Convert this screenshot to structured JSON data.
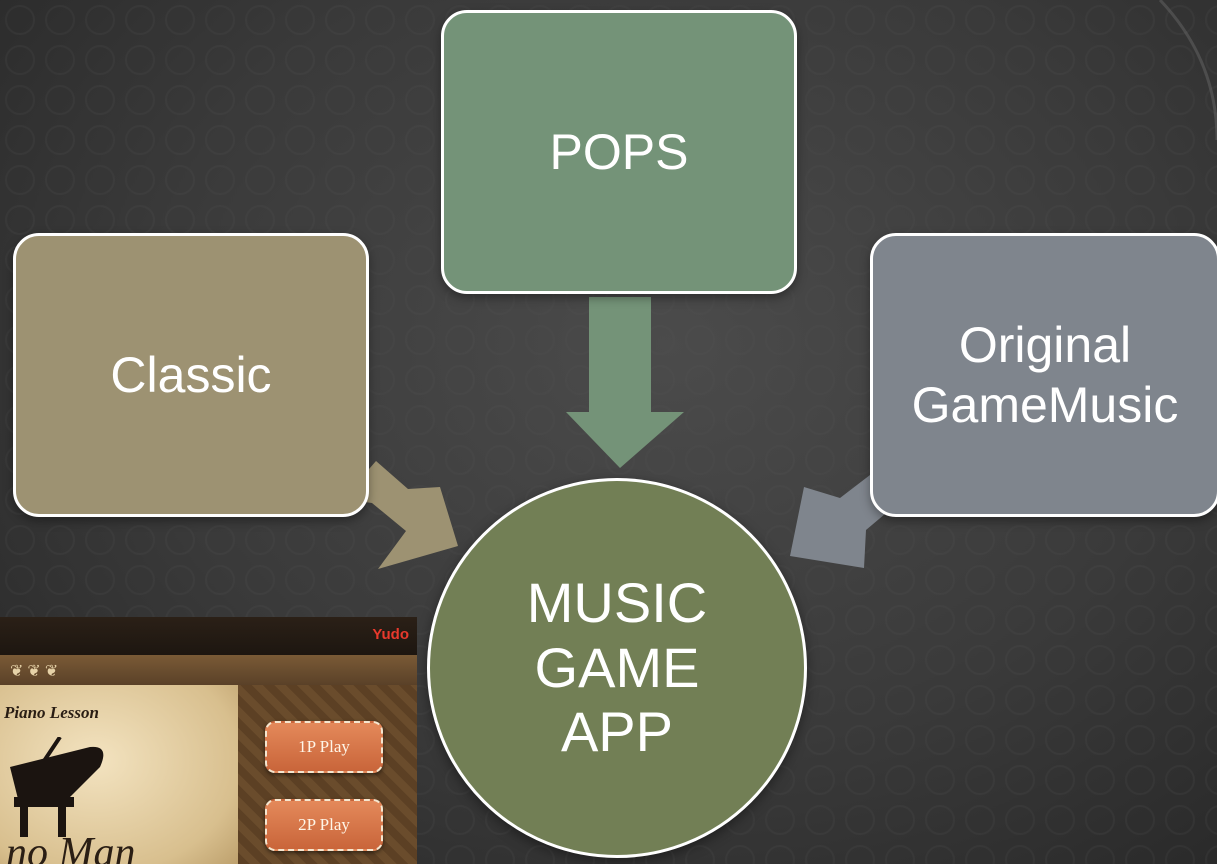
{
  "diagram": {
    "boxes": {
      "classic": {
        "label": "Classic",
        "color": "#9d9272"
      },
      "pops": {
        "label": "POPS",
        "color": "#749378"
      },
      "original": {
        "line1": "Original",
        "line2": "GameMusic",
        "color": "#7f858d"
      }
    },
    "center": {
      "line1": "MUSIC",
      "line2": "GAME",
      "line3": "APP",
      "color": "#727f55"
    }
  },
  "app_screenshot": {
    "logo": "Yudo",
    "title": "Piano Lesson",
    "script_title": "no Man",
    "buttons": {
      "one_player": "1P Play",
      "two_player": "2P Play"
    },
    "accent_color": "#d27443"
  }
}
